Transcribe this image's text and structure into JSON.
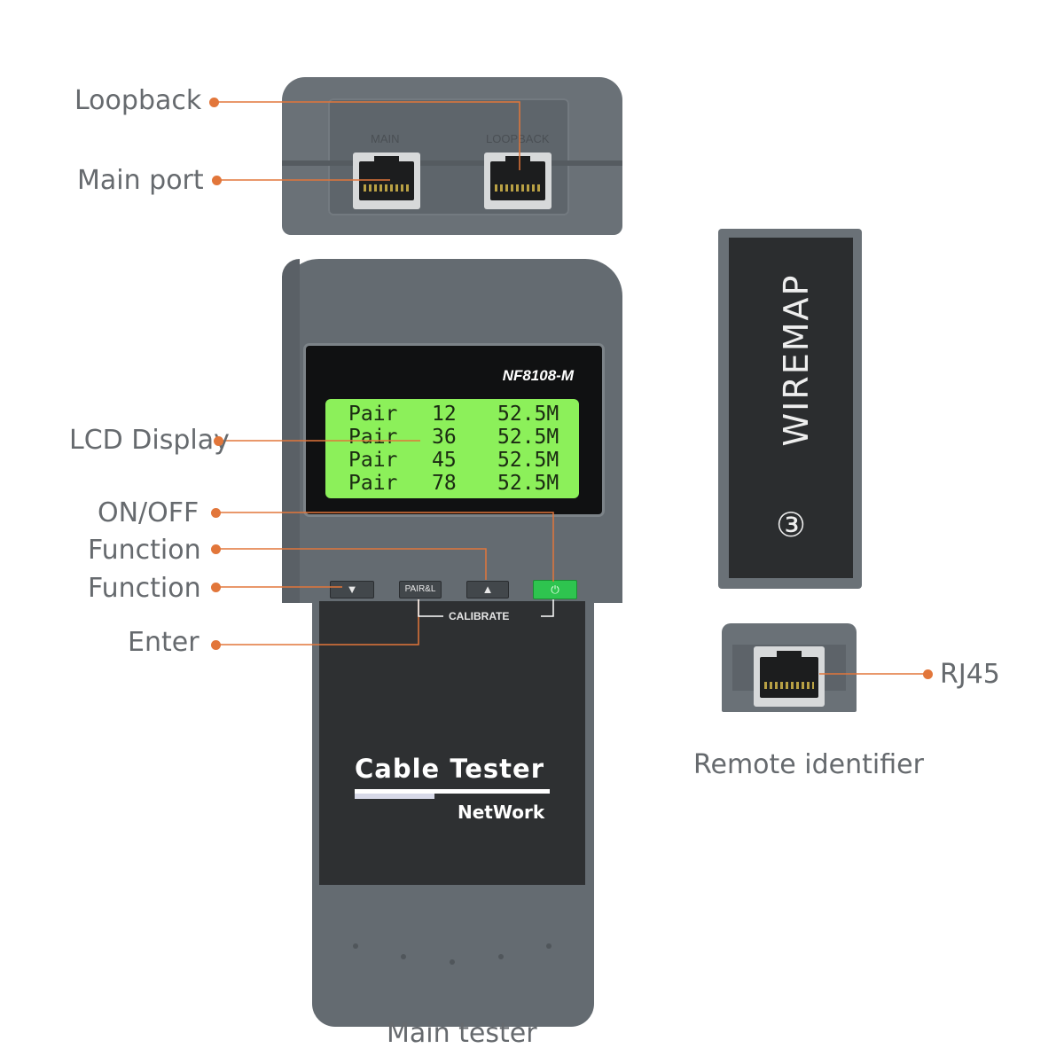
{
  "callouts": {
    "loopback": "Loopback",
    "main_port": "Main port",
    "lcd_display": "LCD Display",
    "on_off": "ON/OFF",
    "function_up": "Function",
    "function_down": "Function",
    "enter": "Enter",
    "rj45": "RJ45",
    "main_tester": "Main tester",
    "remote_identifier": "Remote identifier"
  },
  "loopback_unit": {
    "main_label": "MAIN",
    "loopback_label": "LOOPBACK"
  },
  "tester": {
    "model": "NF8108-M",
    "lcd_rows": [
      {
        "label": "Pair",
        "pair": "12",
        "length": "52.5M"
      },
      {
        "label": "Pair",
        "pair": "36",
        "length": "52.5M"
      },
      {
        "label": "Pair",
        "pair": "45",
        "length": "52.5M"
      },
      {
        "label": "Pair",
        "pair": "78",
        "length": "52.5M"
      }
    ],
    "buttons": {
      "down": "▼",
      "pair": "PAIR&L",
      "up": "▲",
      "power": "⏻"
    },
    "calibrate": "CALIBRATE",
    "brand_title": "Cable Tester",
    "brand_sub": "NetWork"
  },
  "remote": {
    "wiremap": "WIREMAP",
    "number": "③"
  },
  "colors": {
    "accent": "#e2763a",
    "body": "#5f676e",
    "panel": "#2f3133",
    "lcd": "#8cf05a",
    "power_button": "#2ec44f"
  }
}
